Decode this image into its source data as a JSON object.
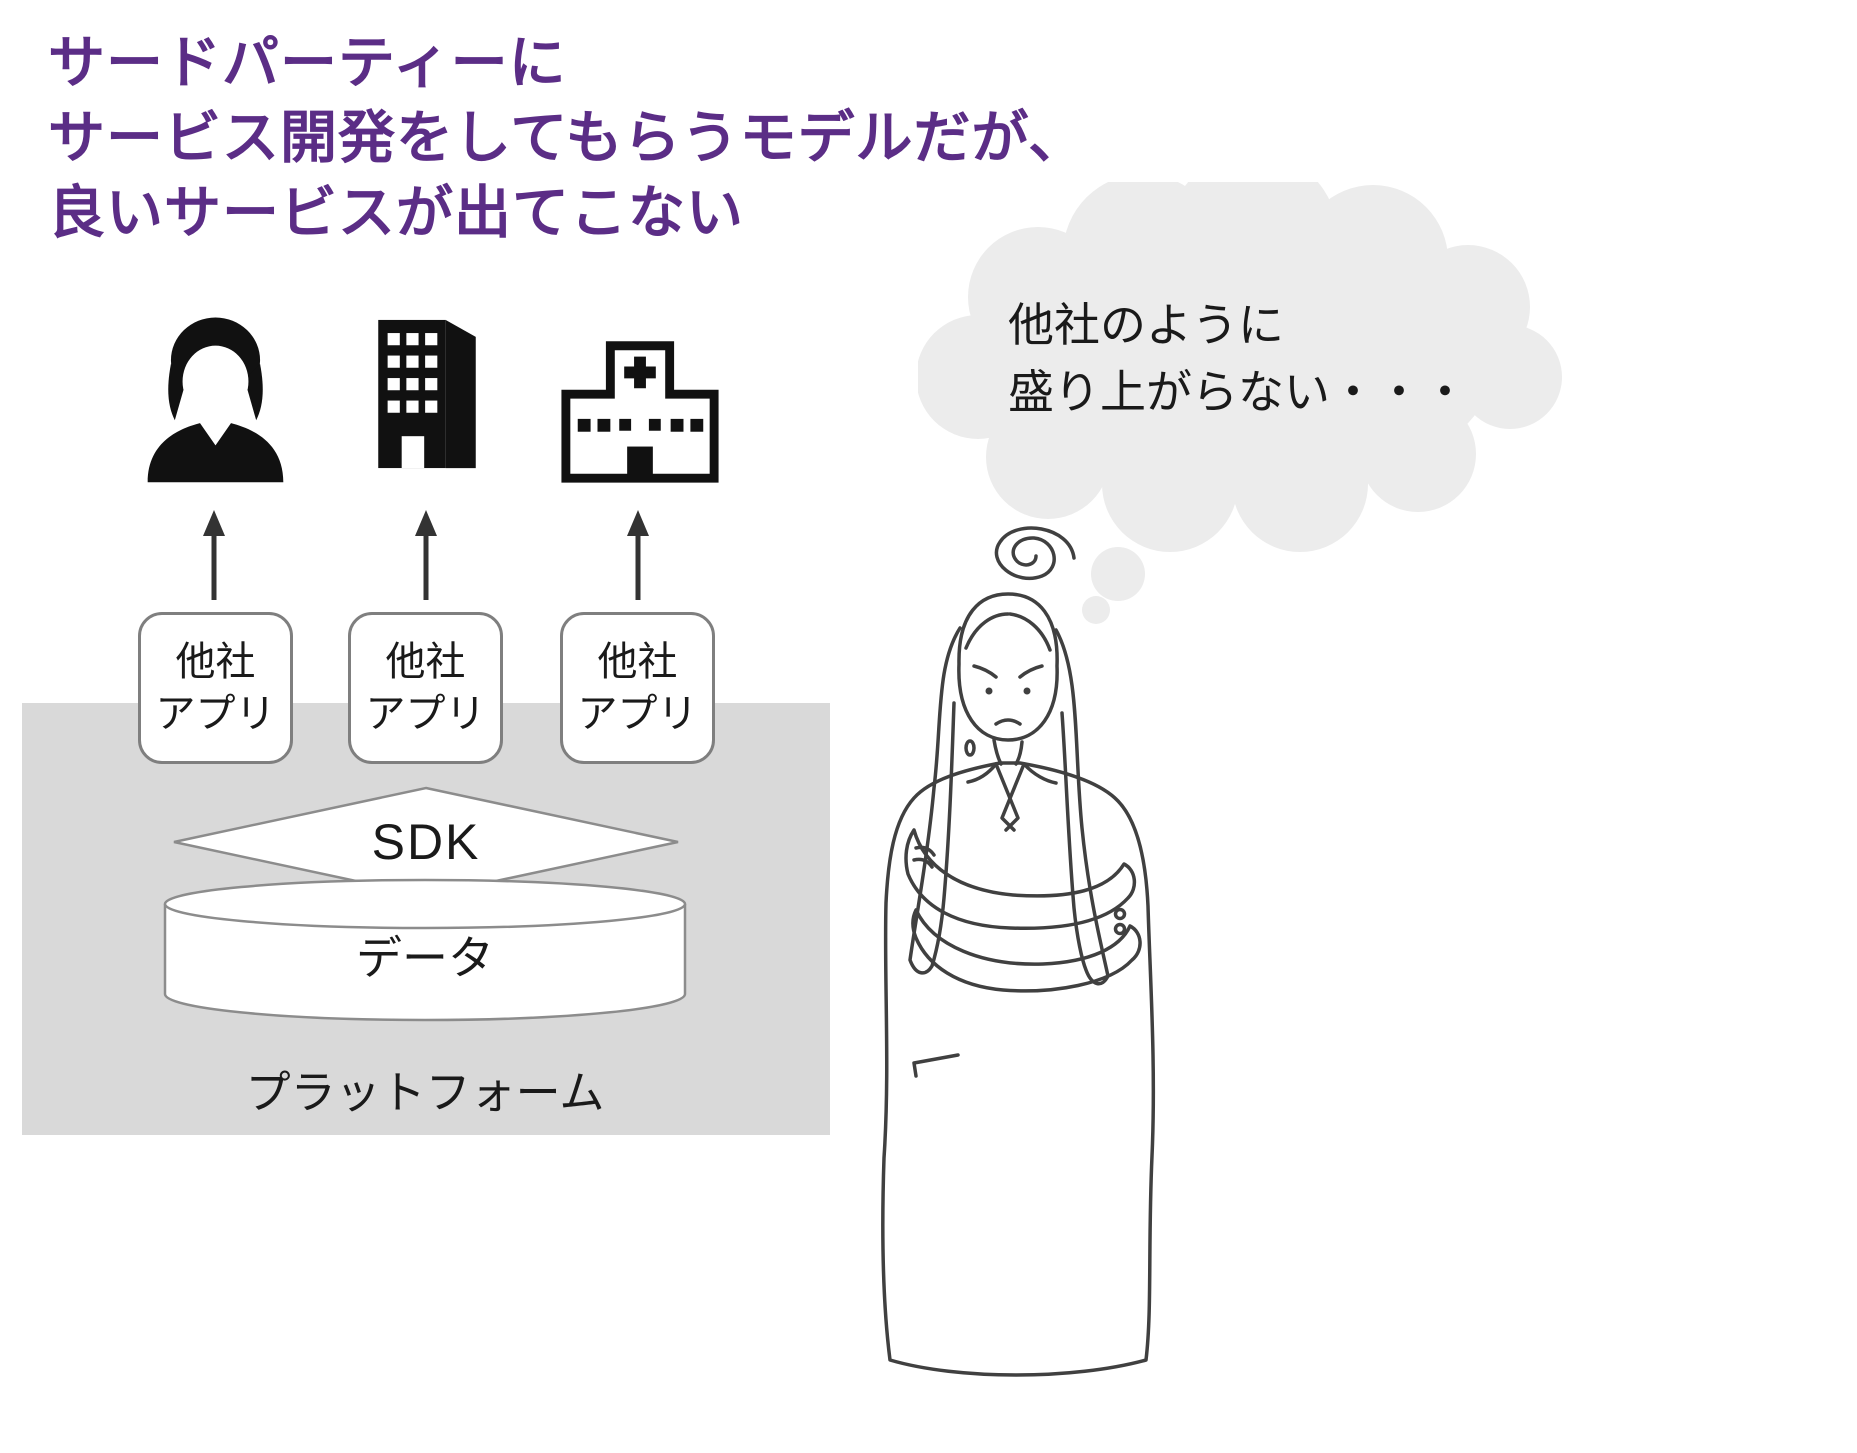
{
  "title": {
    "lines": [
      "サードパーティーに",
      "サービス開発をしてもらうモデルだが、",
      "良いサービスが出てこない"
    ]
  },
  "thought": {
    "line1": "他社のように",
    "line2": "盛り上がらない・・・"
  },
  "apps": [
    {
      "icon": "person-icon",
      "line1": "他社",
      "line2": "アプリ"
    },
    {
      "icon": "building-icon",
      "line1": "他社",
      "line2": "アプリ"
    },
    {
      "icon": "hospital-icon",
      "line1": "他社",
      "line2": "アプリ"
    }
  ],
  "platform": {
    "sdk": "SDK",
    "data": "データ",
    "label": "プラットフォーム"
  },
  "colors": {
    "title": "#5b2d86",
    "platform_bg": "#d9d9d9",
    "cloud": "#ececec",
    "line_art": "#404040"
  }
}
